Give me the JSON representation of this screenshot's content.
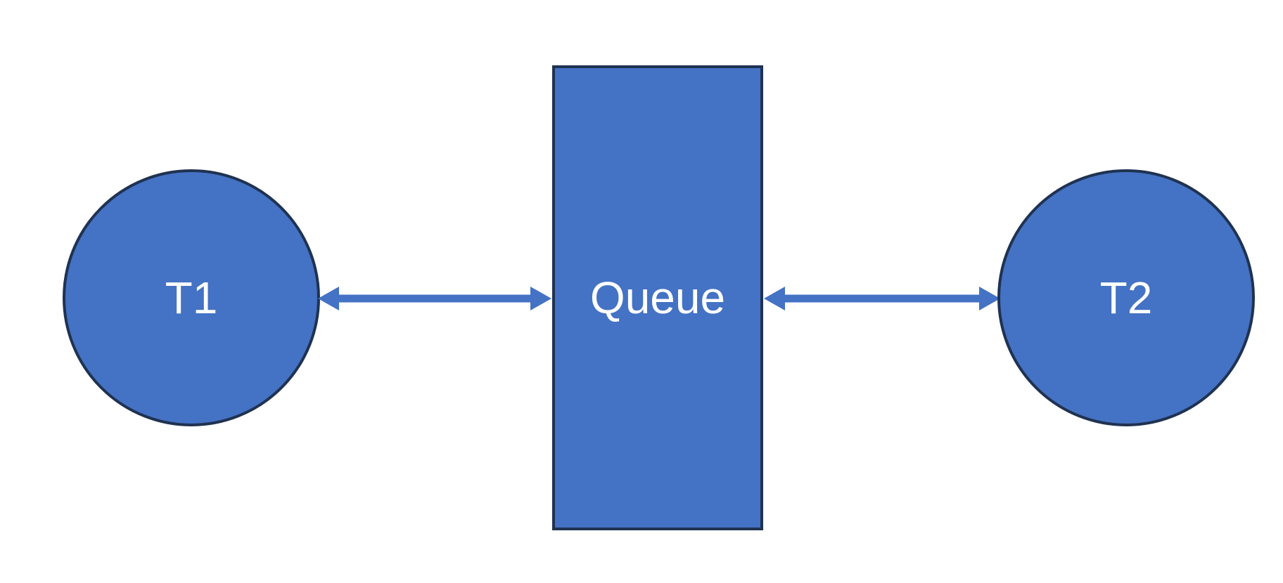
{
  "diagram": {
    "type": "architecture-diagram",
    "description_visible_text_only": true,
    "nodes": {
      "t1": {
        "label": "T1",
        "shape": "circle"
      },
      "queue": {
        "label": "Queue",
        "shape": "rectangle"
      },
      "t2": {
        "label": "T2",
        "shape": "circle"
      }
    },
    "connections": [
      {
        "from": "t1",
        "to": "queue",
        "type": "bidirectional-arrow"
      },
      {
        "from": "queue",
        "to": "t2",
        "type": "bidirectional-arrow"
      }
    ],
    "colors": {
      "shape_fill": "#4472C4",
      "shape_border": "#1F3251",
      "label_text": "#FFFFFF",
      "arrow": "#4472C4",
      "background": "#FFFFFF"
    }
  }
}
